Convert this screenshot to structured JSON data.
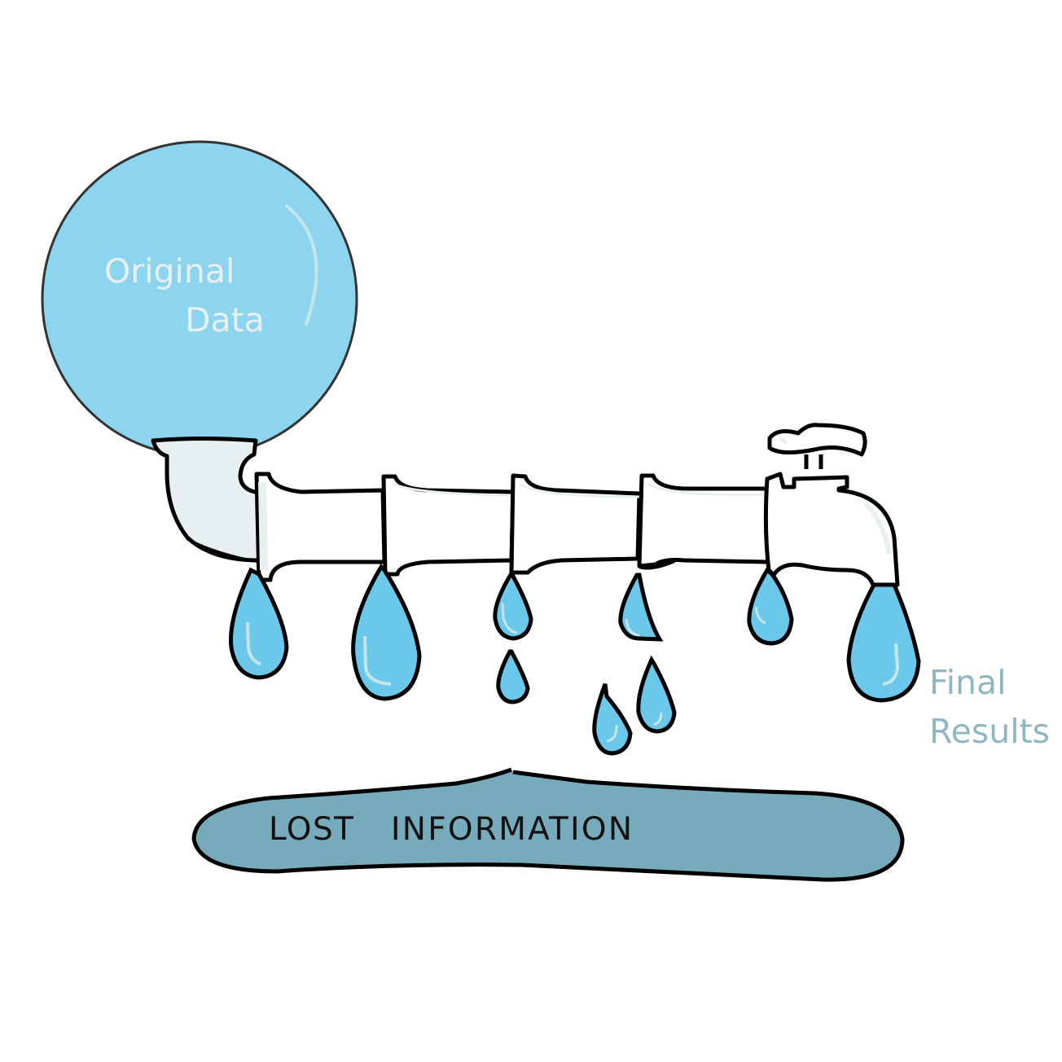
{
  "diagram": {
    "title": "Data pipeline leaking information",
    "source_label_line1": "Original",
    "source_label_line2": "Data",
    "output_label_line1": "Final",
    "output_label_line2": "Results",
    "puddle_label_word1": "LOST",
    "puddle_label_word2": "INFORMATION",
    "pipe_segment_count": 4,
    "leak_drop_count": 9,
    "colors": {
      "reservoir_fill": "#8dd5ee",
      "water_drop": "#6cc8ea",
      "highlight": "#c2e6ea",
      "pipe_fill": "#ffffff",
      "elbow_fill": "#e8eff1",
      "outline": "#000000",
      "puddle_fill": "#77abbb",
      "source_text": "#e6eff2",
      "output_text": "#8fb7c1",
      "puddle_text": "#111111"
    }
  }
}
